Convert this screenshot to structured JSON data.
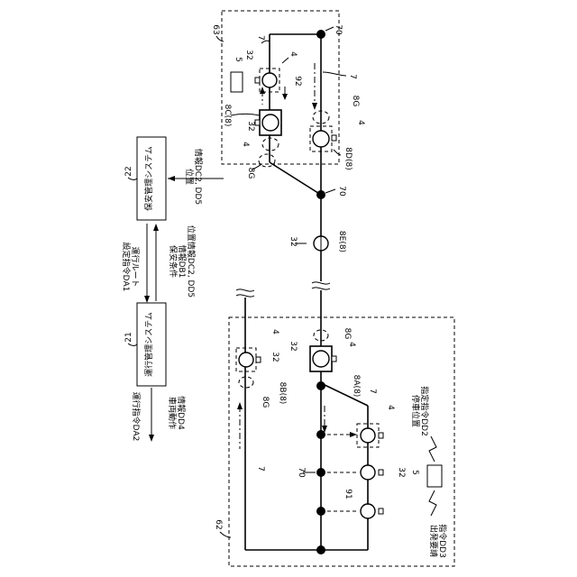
{
  "labels": {
    "ref_22": "22",
    "ref_21": "21",
    "ref_63": "63",
    "ref_62": "62",
    "security_system": "保安管理システム",
    "operation_system": "運行管理システム",
    "route_cmd_line1": "運行ルート",
    "route_cmd_line2": "設定指令DA1",
    "security_cond_line1": "保安条件",
    "security_cond_line2": "情報DB1",
    "position_info_mid": "位置情報DC2, DD5",
    "position_info_right_line1": "位置",
    "position_info_right_line2": "情報DC2, DD5",
    "operation_cmd_line1": "運行指令DA2",
    "operation_cmd_line2": "車両動作",
    "operation_cmd_line3": "情報DD4",
    "stop_pos_line1": "停車位置",
    "stop_pos_line2": "指定指令DD2",
    "departure_line1": "出発要請",
    "departure_line2": "指令DD3",
    "n_7": "7",
    "n_70": "70",
    "n_4": "4",
    "n_5": "5",
    "n_32": "32",
    "n_92": "92",
    "n_91": "91",
    "n_8G": "8G",
    "n_8C8": "8C(8)",
    "n_8D8": "8D(8)",
    "n_8E8": "8E(8)",
    "n_8B8": "8B(8)",
    "n_8A8": "8A(8)"
  },
  "colors": {
    "line": "#000000",
    "background": "#ffffff"
  }
}
